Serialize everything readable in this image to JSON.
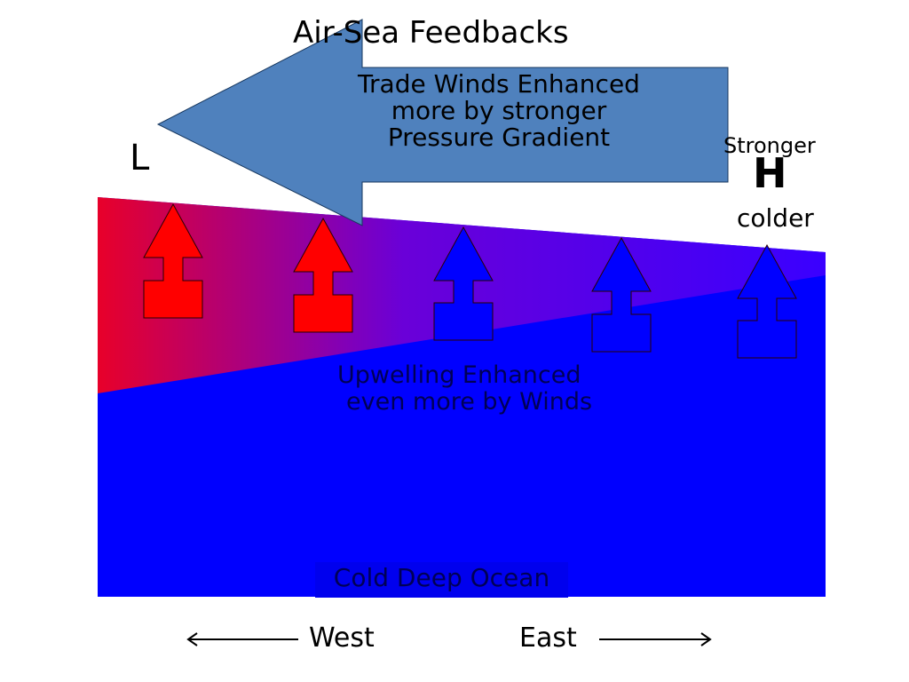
{
  "diagram": {
    "title": "Air-Sea Feedbacks",
    "trade_winds_text": [
      "Trade Winds Enhanced",
      "more by stronger",
      "Pressure Gradient"
    ],
    "low_pressure_label": "L",
    "high_pressure_note": "Stronger",
    "high_pressure_label": "H",
    "colder_label": "colder",
    "upwelling_text": [
      "Upwelling Enhanced",
      "even more by Winds"
    ],
    "deep_ocean_label": "Cold Deep Ocean",
    "west_label": "West",
    "east_label": "East",
    "upward_arrows": [
      {
        "color": "#ff0000"
      },
      {
        "color": "#ff0000"
      },
      {
        "color": "#0000ff"
      },
      {
        "color": "#0000ff"
      },
      {
        "color": "#0000ff"
      }
    ],
    "colors": {
      "warm_water": "#e8002a",
      "mixed_water": "#6a00d8",
      "cold_water": "#0000ff",
      "wind_arrow": "#4f81bd"
    },
    "icons": [
      "wind-arrow-icon",
      "upward-arrow-icon",
      "west-arrow-icon",
      "east-arrow-icon"
    ]
  }
}
